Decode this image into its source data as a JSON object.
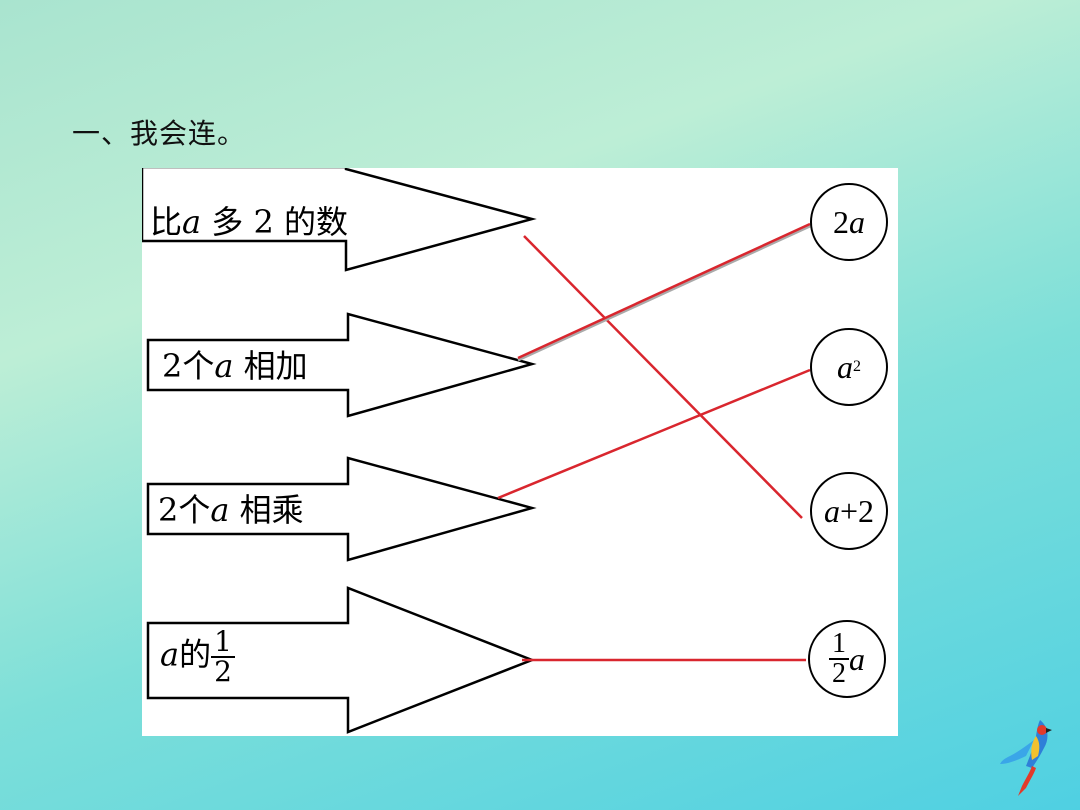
{
  "heading": "一、我会连。",
  "left_items": [
    {
      "prefix": "比",
      "var": "a",
      "suffix": "多 2 的数"
    },
    {
      "prefix": "2个",
      "var": "a",
      "suffix": "相加"
    },
    {
      "prefix": "2个",
      "var": "a",
      "suffix": "相乘"
    },
    {
      "prefix": "",
      "var": "a",
      "suffix": "的",
      "frac_num": "1",
      "frac_den": "2"
    }
  ],
  "right_items": [
    {
      "pre": "2",
      "var": "a"
    },
    {
      "var": "a",
      "sup": "2"
    },
    {
      "var": "a",
      "post": "+2"
    },
    {
      "frac_num": "1",
      "frac_den": "2",
      "var": "a"
    }
  ],
  "connections": [
    {
      "from": 1,
      "to": 3
    },
    {
      "from": 2,
      "to": 1
    },
    {
      "from": 3,
      "to": 2
    },
    {
      "from": 4,
      "to": 4
    }
  ],
  "colors": {
    "line": "#d9262e",
    "arrow_stroke": "#000000"
  }
}
